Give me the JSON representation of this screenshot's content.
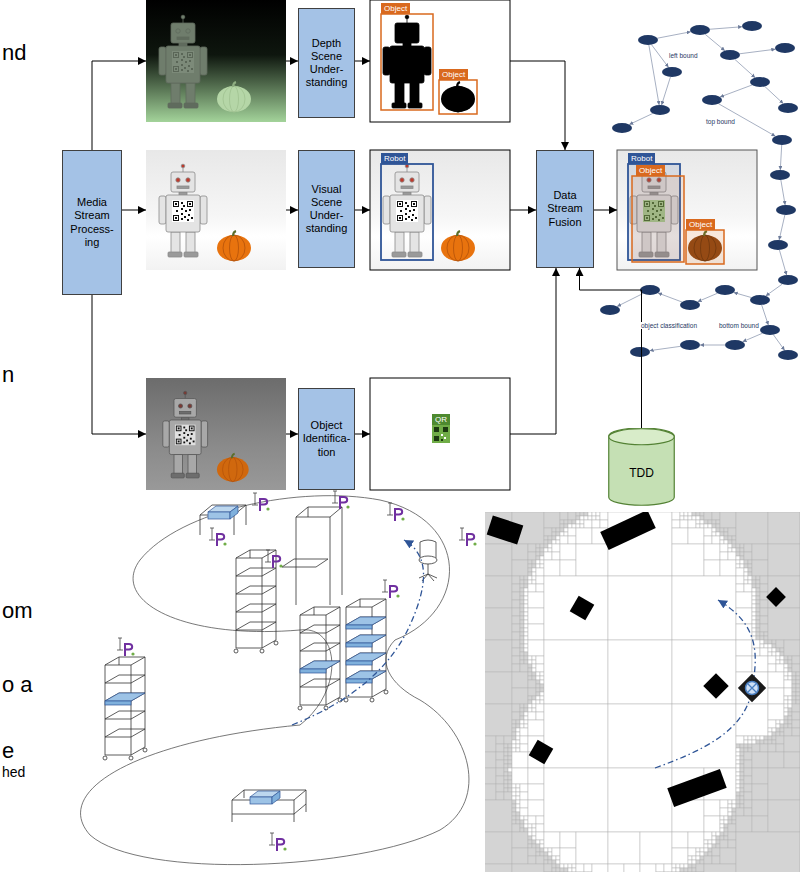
{
  "diagram": {
    "nodes": [
      {
        "text": [
          "Media Stream Process- ing"
        ]
      },
      {
        "text": [
          "Depth Scene Under- standing"
        ]
      },
      {
        "text": [
          "Object"
        ]
      },
      {
        "text": [
          "Object"
        ]
      },
      {
        "text": [
          "Visual Scene Under- standing"
        ]
      },
      {
        "text": [
          "Robot"
        ]
      },
      {
        "text": [
          "Data Stream Fusion"
        ]
      },
      {
        "text": [
          "Robot"
        ]
      },
      {
        "text": [
          "Object"
        ]
      },
      {
        "text": [
          "Object"
        ]
      },
      {
        "text": [
          "Object Identifica- tion"
        ]
      },
      {
        "text": [
          "QR"
        ]
      },
      {
        "text": [
          "TDD"
        ]
      }
    ],
    "edges": [
      {
        "from": 12,
        "to": 6,
        "arrow": "to"
      }
    ],
    "labels": [
      "nd",
      "n",
      "om",
      "o a",
      "e",
      "hed",
      "object classification",
      "top bound",
      "bottom bound",
      "left bound"
    ]
  }
}
